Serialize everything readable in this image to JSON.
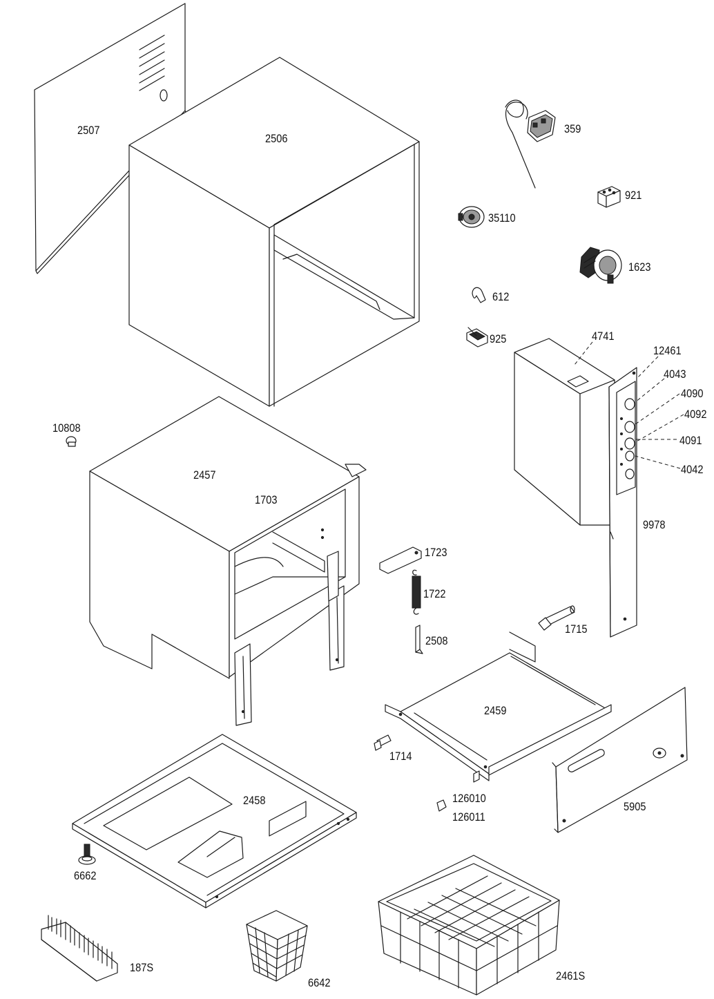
{
  "parts": [
    {
      "id": "p2507",
      "label": "2507"
    },
    {
      "id": "p2506",
      "label": "2506"
    },
    {
      "id": "p359",
      "label": "359"
    },
    {
      "id": "p921",
      "label": "921"
    },
    {
      "id": "p35110",
      "label": "35110"
    },
    {
      "id": "p1623",
      "label": "1623"
    },
    {
      "id": "p612",
      "label": "612"
    },
    {
      "id": "p925",
      "label": "925"
    },
    {
      "id": "p4741",
      "label": "4741"
    },
    {
      "id": "p12461",
      "label": "12461"
    },
    {
      "id": "p4043",
      "label": "4043"
    },
    {
      "id": "p4090",
      "label": "4090"
    },
    {
      "id": "p4092",
      "label": "4092"
    },
    {
      "id": "p4091",
      "label": "4091"
    },
    {
      "id": "p4042",
      "label": "4042"
    },
    {
      "id": "p9978",
      "label": "9978"
    },
    {
      "id": "p10808",
      "label": "10808"
    },
    {
      "id": "p2457",
      "label": "2457"
    },
    {
      "id": "p1703",
      "label": "1703"
    },
    {
      "id": "p1723",
      "label": "1723"
    },
    {
      "id": "p1722",
      "label": "1722"
    },
    {
      "id": "p2508",
      "label": "2508"
    },
    {
      "id": "p1715",
      "label": "1715"
    },
    {
      "id": "p2459",
      "label": "2459"
    },
    {
      "id": "p1714",
      "label": "1714"
    },
    {
      "id": "p5905",
      "label": "5905"
    },
    {
      "id": "p126010",
      "label": "126010"
    },
    {
      "id": "p126011",
      "label": "126011"
    },
    {
      "id": "p2458",
      "label": "2458"
    },
    {
      "id": "p6662",
      "label": "6662"
    },
    {
      "id": "p187S",
      "label": "187S"
    },
    {
      "id": "p6642",
      "label": "6642"
    },
    {
      "id": "p2461S",
      "label": "2461S"
    }
  ]
}
